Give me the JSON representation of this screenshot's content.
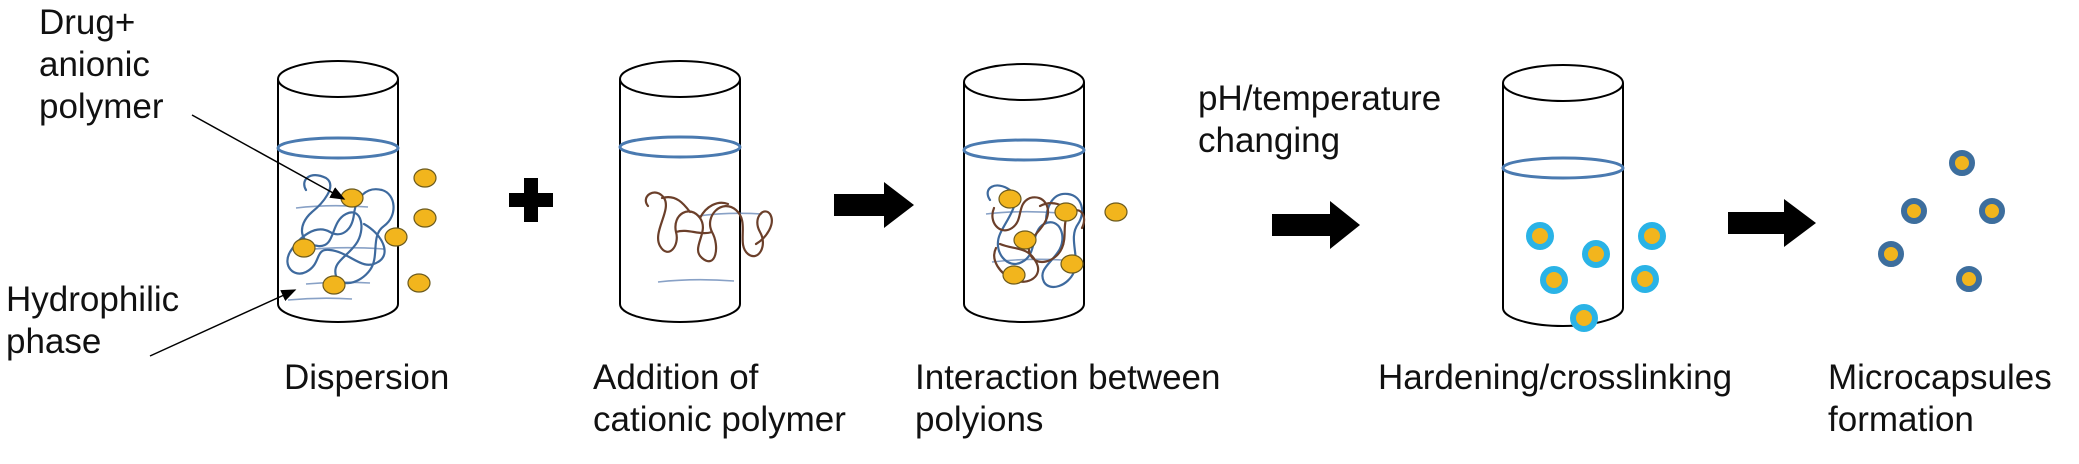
{
  "labels": {
    "drug_polymer": [
      "Drug+",
      "anionic",
      "polymer"
    ],
    "hydrophilic": [
      "Hydrophilic",
      "phase"
    ],
    "ph_temp": [
      "pH/temperature",
      "changing"
    ]
  },
  "steps": [
    {
      "caption": [
        "Dispersion"
      ]
    },
    {
      "caption": [
        "Addition of",
        "cationic polymer"
      ]
    },
    {
      "caption": [
        "Interaction between",
        "polyions"
      ]
    },
    {
      "caption": [
        "Hardening/crosslinking"
      ]
    },
    {
      "caption": [
        "Microcapsules",
        "formation"
      ]
    }
  ],
  "colors": {
    "liquid": "#4a7ab0",
    "drug": "#f2b51d",
    "drug_edge": "#6b5a1e",
    "anionic": "#3e6a9e",
    "cationic": "#6b3f2a",
    "shell_light": "#2ab3e6",
    "shell_dark": "#3d6e9d"
  }
}
